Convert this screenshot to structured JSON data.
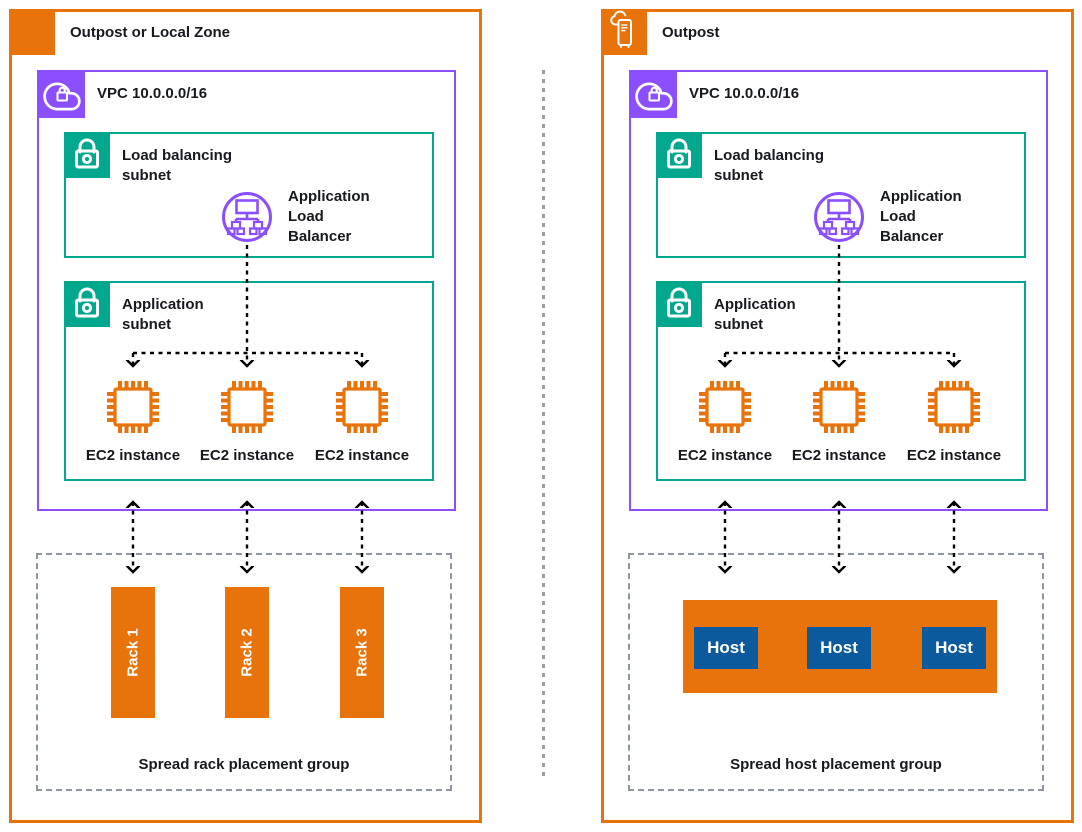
{
  "colors": {
    "outline_orange": "#E8730B",
    "vpc_purple": "#8C4FFF",
    "subnet_teal": "#01A88D",
    "host_blue": "#0C5A9E",
    "group_dash_gray": "#8B96A0",
    "text": "#16191F"
  },
  "left_panel": {
    "title": "Outpost or Local Zone",
    "vpc": {
      "label": "VPC 10.0.0.0/16"
    },
    "lb_subnet": {
      "label": "Load balancing subnet",
      "alb_label": "Application Load Balancer"
    },
    "app_subnet": {
      "label": "Application subnet",
      "instances": [
        "EC2 instance",
        "EC2 instance",
        "EC2 instance"
      ]
    },
    "placement_group": {
      "label": "Spread rack placement group",
      "racks": [
        "Rack 1",
        "Rack 2",
        "Rack 3"
      ]
    }
  },
  "right_panel": {
    "title": "Outpost",
    "vpc": {
      "label": "VPC 10.0.0.0/16"
    },
    "lb_subnet": {
      "label": "Load balancing subnet",
      "alb_label": "Application Load Balancer"
    },
    "app_subnet": {
      "label": "Application subnet",
      "instances": [
        "EC2 instance",
        "EC2 instance",
        "EC2 instance"
      ]
    },
    "placement_group": {
      "label": "Spread host placement group",
      "hosts": [
        "Host",
        "Host",
        "Host"
      ]
    }
  }
}
